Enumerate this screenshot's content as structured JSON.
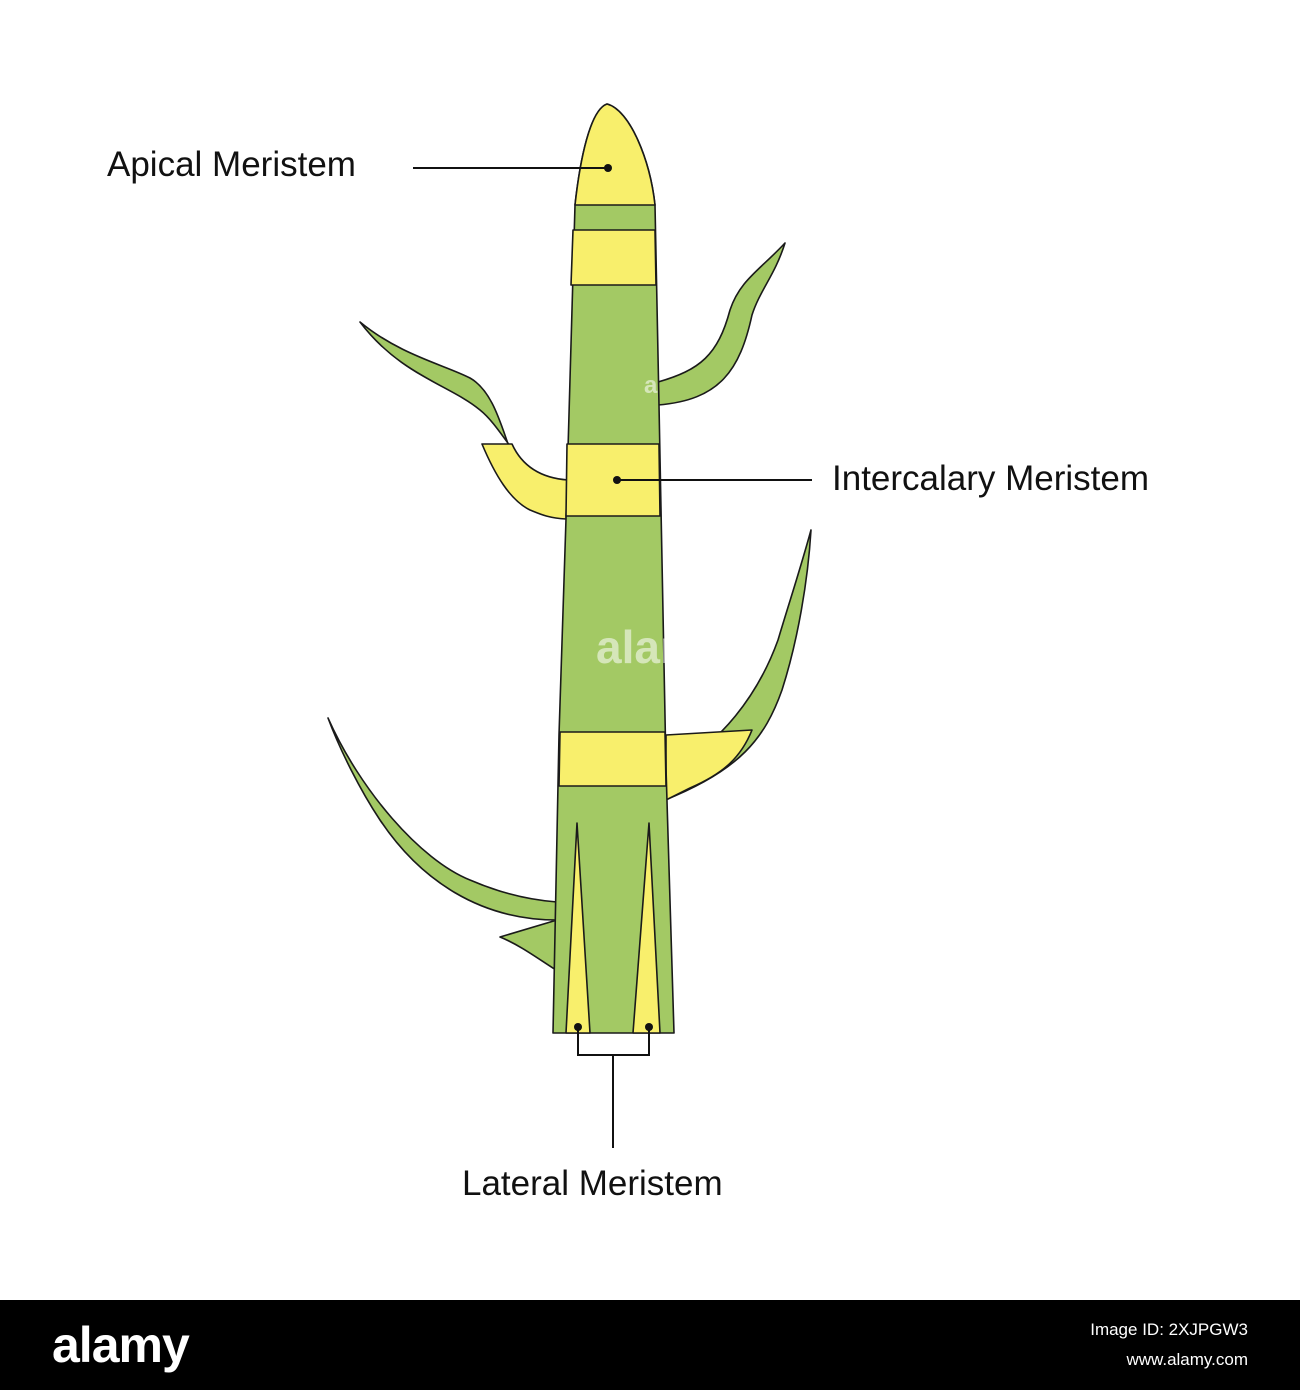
{
  "labels": {
    "apical": "Apical Meristem",
    "intercalary": "Intercalary Meristem",
    "lateral": "Lateral Meristem"
  },
  "watermark": {
    "small": "a",
    "large": "alan"
  },
  "footer": {
    "logo": "alamy",
    "image_id": "Image ID: 2XJPGW3",
    "url": "www.alamy.com"
  },
  "colors": {
    "green": "#a3c964",
    "yellow": "#f8ef6c",
    "outline": "#1a1a1a",
    "footer_bg": "#000000"
  }
}
